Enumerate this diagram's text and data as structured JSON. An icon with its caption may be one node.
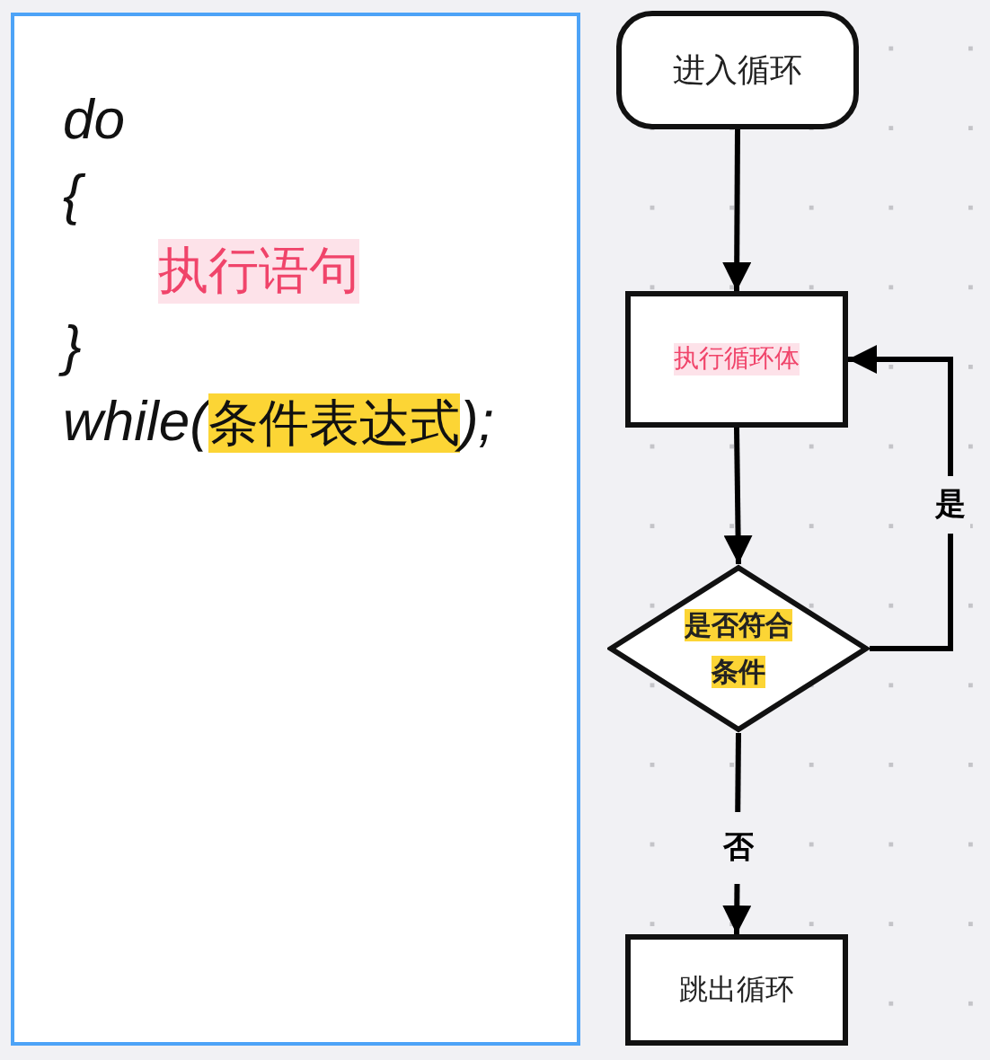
{
  "diagram": {
    "nodes": [
      {
        "text": [
          "do",
          "{",
          "执行语句",
          "}",
          "while(",
          "条件表达式",
          ");"
        ]
      },
      {
        "text": [
          "进入循环"
        ]
      },
      {
        "text": [
          "执行循环体"
        ]
      },
      {
        "text": [
          "是否符合条件"
        ]
      },
      {
        "text": [
          "跳出循环"
        ]
      }
    ],
    "edges": [
      {
        "from": 1,
        "to": 2,
        "arrow": "to"
      },
      {
        "from": 2,
        "to": 3,
        "arrow": "to"
      },
      {
        "from": 3,
        "to": 2,
        "arrow": "to",
        "label": "是"
      },
      {
        "from": 3,
        "to": 4,
        "arrow": "to",
        "label": "否"
      }
    ]
  }
}
